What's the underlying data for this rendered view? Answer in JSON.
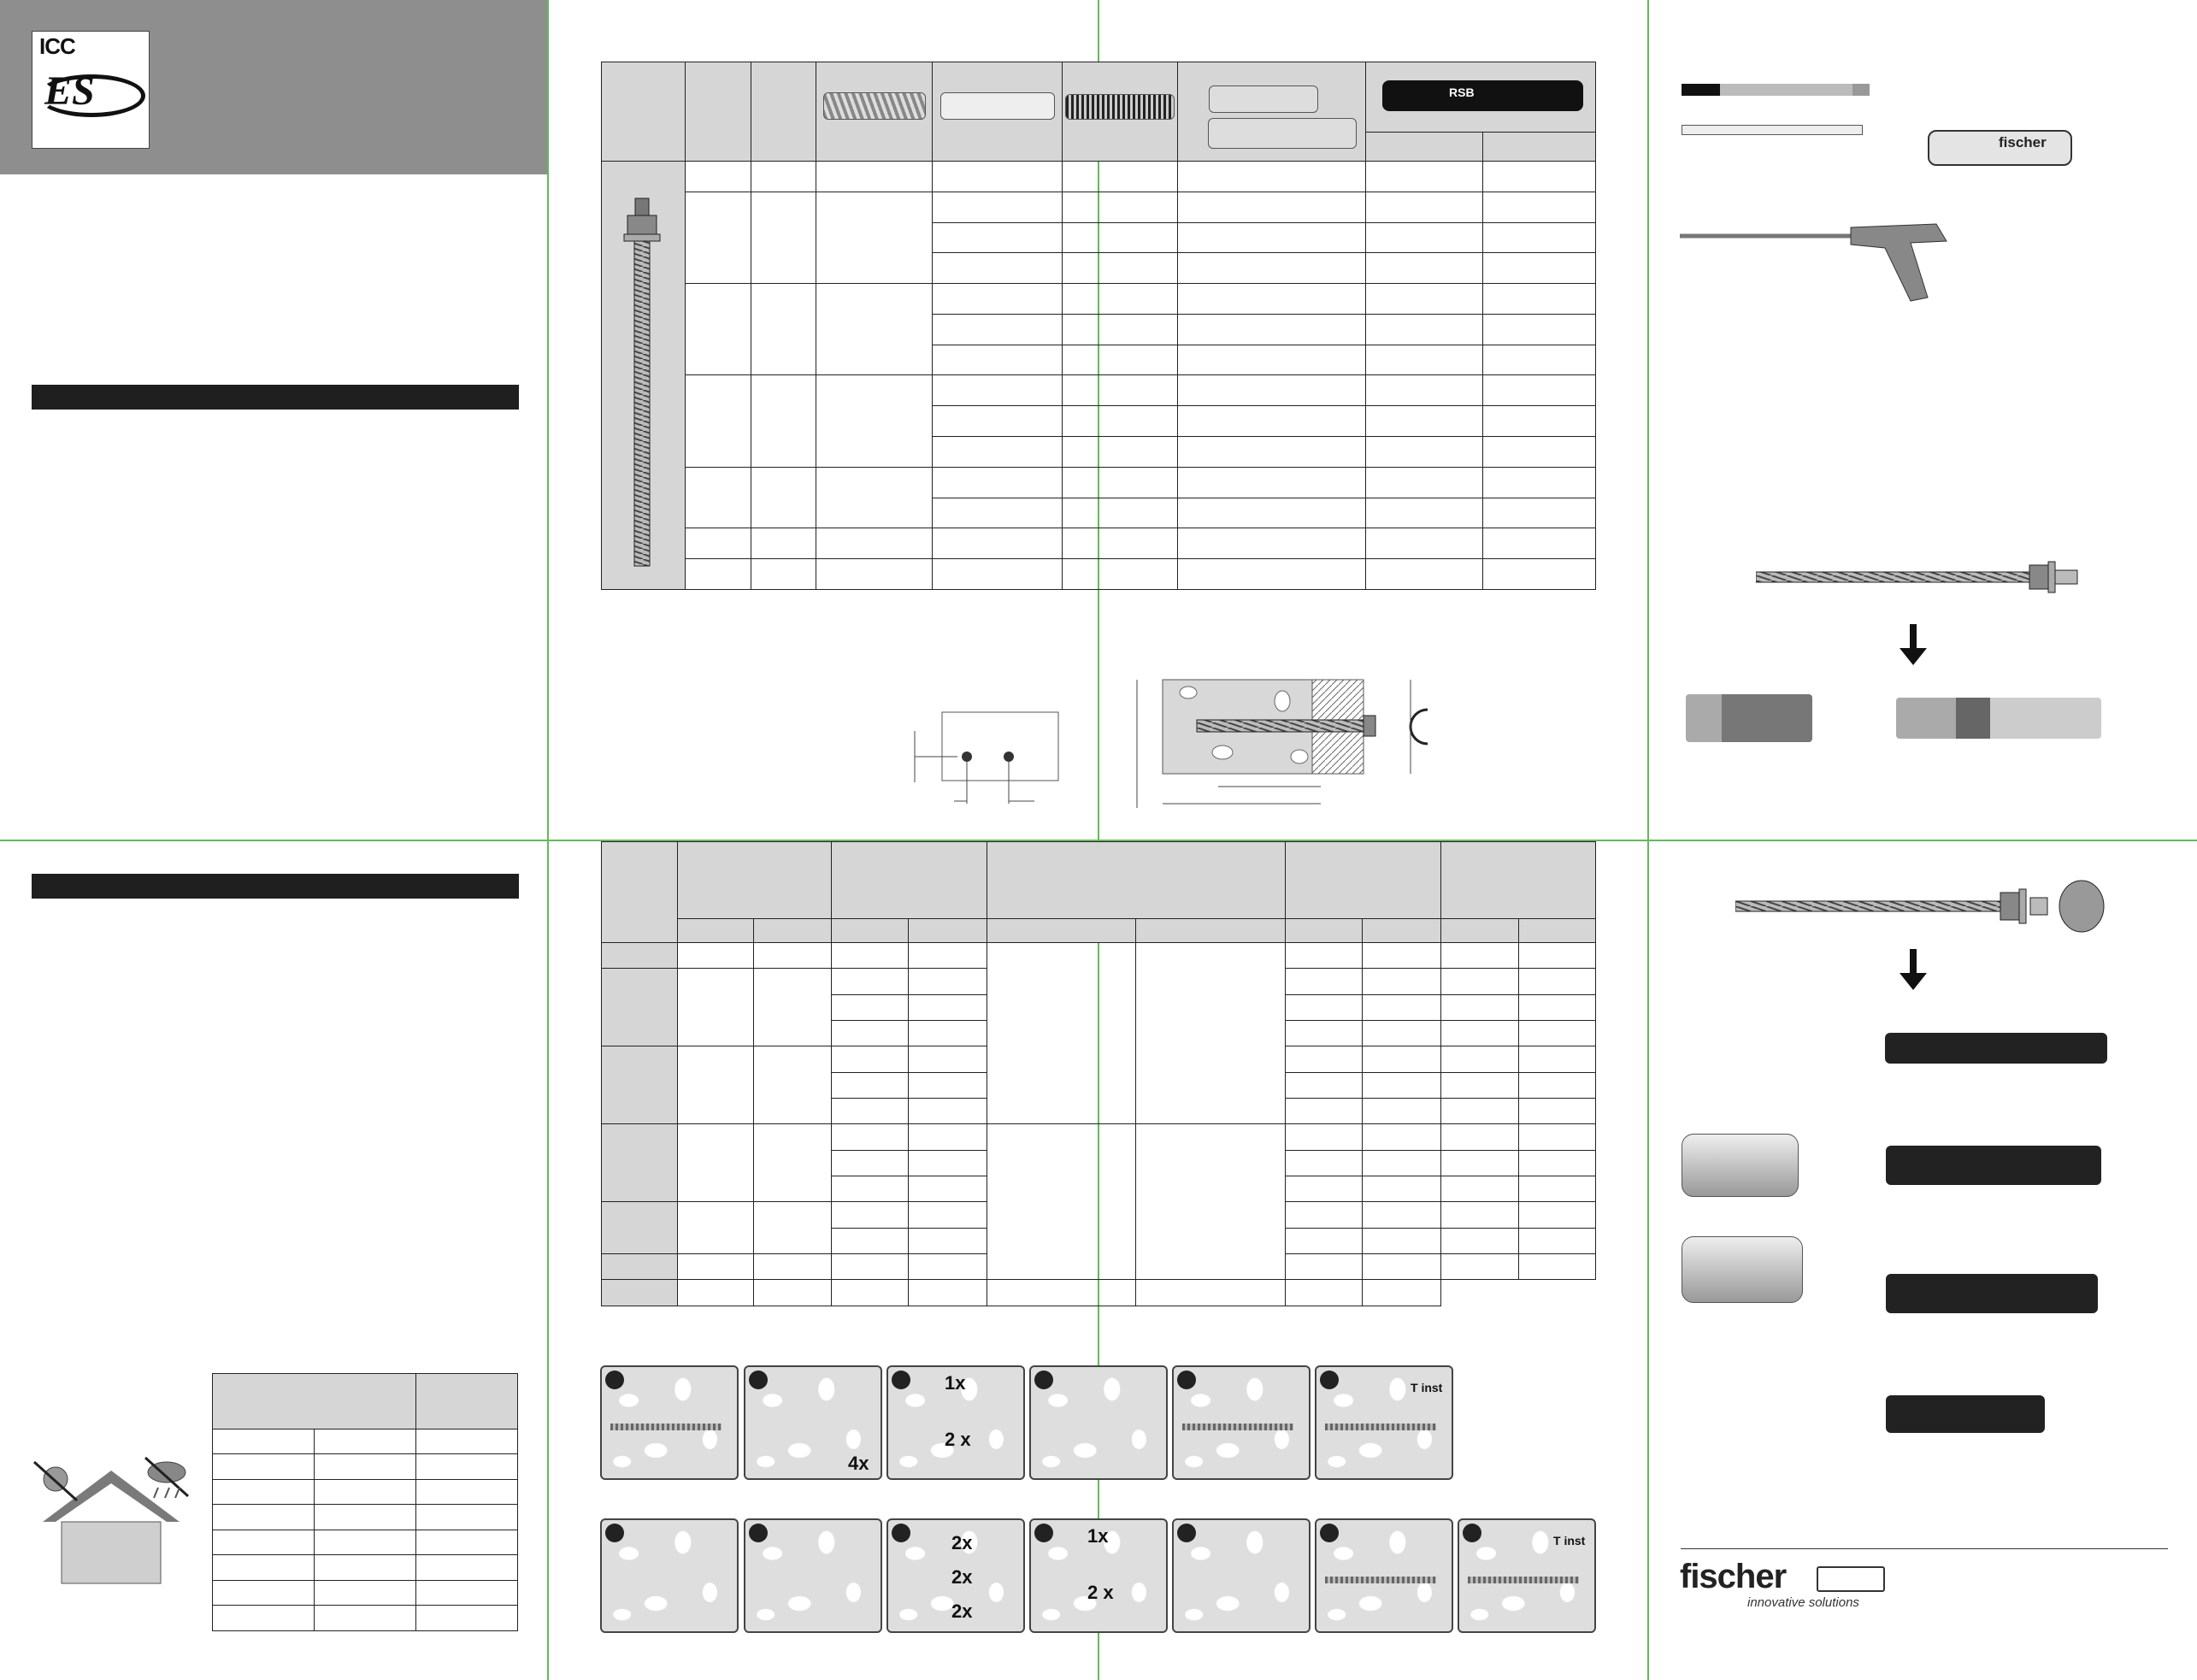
{
  "logos": {
    "icc_text": "ICC",
    "es_text": "ES",
    "fischer_text": "fischer",
    "fischer_tagline": "innovative solutions",
    "rsb_label": "RSB",
    "pump_brand": "fischer"
  },
  "install_steps": {
    "row1": [
      {
        "mark": ""
      },
      {
        "mark": "4x"
      },
      {
        "mark_top": "1x",
        "mark_bottom": "2 x"
      },
      {
        "mark": ""
      },
      {
        "mark": ""
      },
      {
        "mark": "T inst"
      }
    ],
    "row2": [
      {
        "mark": ""
      },
      {
        "mark": ""
      },
      {
        "mark_a": "2x",
        "mark_b": "2x",
        "mark_c": "2x"
      },
      {
        "mark_top": "1x",
        "mark_bottom": "2 x"
      },
      {
        "mark": ""
      },
      {
        "mark": ""
      },
      {
        "mark": "T inst"
      }
    ]
  }
}
